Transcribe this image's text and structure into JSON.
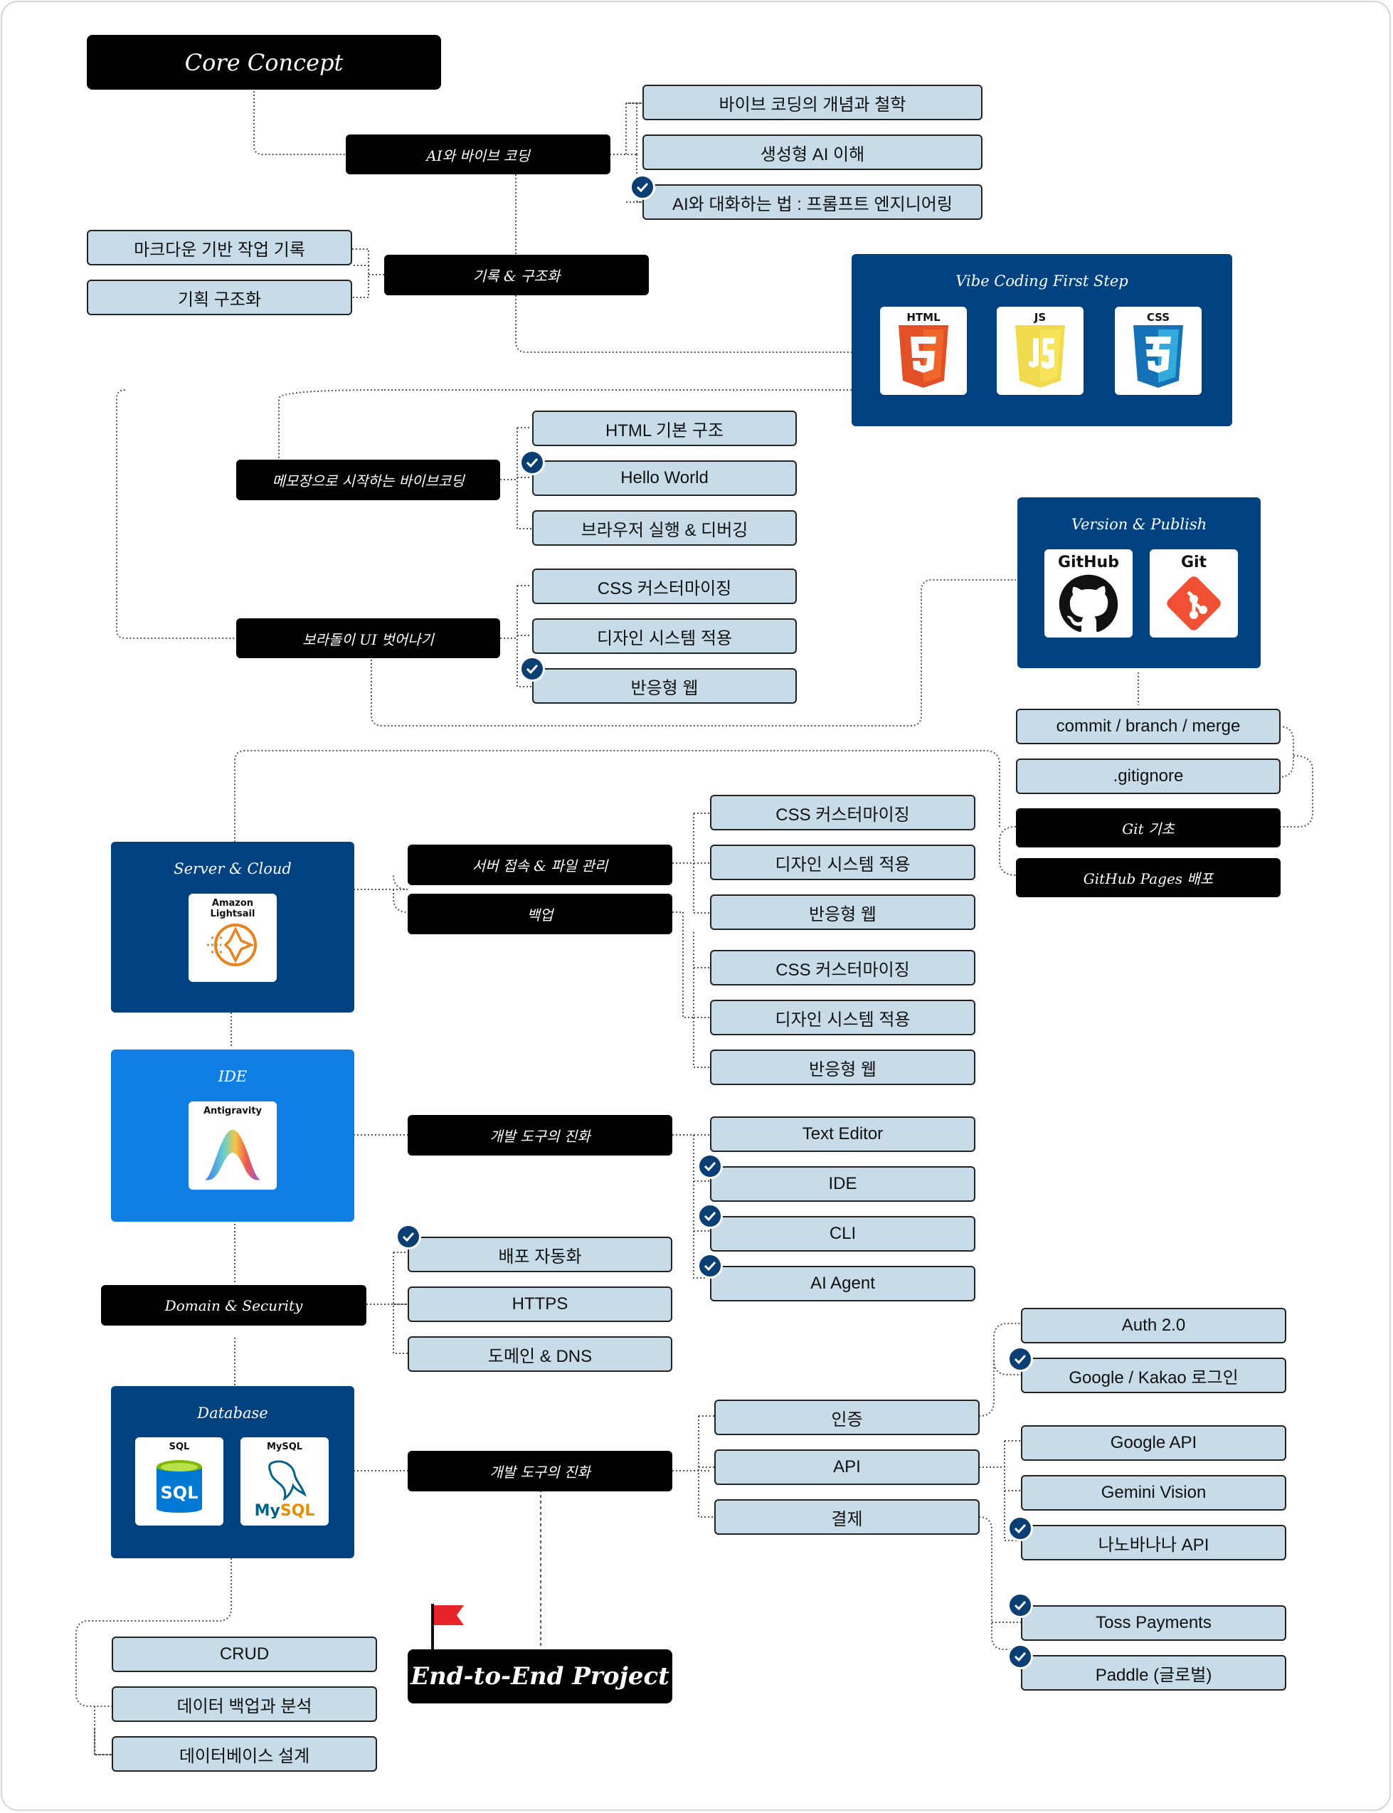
{
  "colors": {
    "navy_panel": "#00427f",
    "blue_panel": "#0f7fe6",
    "leaf_fill": "#c7dbe8",
    "flag": "#e8242b"
  },
  "core": {
    "title": "Core Concept"
  },
  "ai_vibe": {
    "label": "AI와 바이브 코딩",
    "items": [
      "바이브 코딩의 개념과 철학",
      "생성형 AI 이해",
      "AI와 대화하는 법 : 프롬프트 엔지니어링"
    ]
  },
  "record": {
    "label": "기록 & 구조화",
    "items": [
      "마크다운 기반 작업 기록",
      "기획 구조화"
    ]
  },
  "vibe_first": {
    "title": "Vibe Coding First Step",
    "icons": [
      "HTML",
      "JS",
      "CSS"
    ]
  },
  "memo": {
    "label": "메모장으로 시작하는 바이브코딩",
    "items": [
      "HTML 기본 구조",
      "Hello World",
      "브라우저 실행 & 디버깅"
    ]
  },
  "ui": {
    "label": "보라돌이 UI 벗어나기",
    "items": [
      "CSS 커스터마이징",
      "디자인 시스템 적용",
      "반응형 웹"
    ]
  },
  "version": {
    "title": "Version & Publish",
    "icons": [
      "GitHub",
      "Git"
    ]
  },
  "git": {
    "items": [
      "commit / branch / merge",
      ".gitignore"
    ],
    "basics": "Git 기초",
    "pages": "GitHub Pages 배포"
  },
  "server": {
    "title": "Server & Cloud",
    "icon": "Amazon Lightsail"
  },
  "server_access": {
    "label": "서버 접속 & 파일 관리",
    "items": [
      "CSS 커스터마이징",
      "디자인 시스템 적용",
      "반응형 웹"
    ]
  },
  "backup": {
    "label": "백업",
    "items": [
      "CSS 커스터마이징",
      "디자인 시스템 적용",
      "반응형 웹"
    ]
  },
  "ide": {
    "title": "IDE",
    "icon": "Antigravity"
  },
  "devtools": {
    "label": "개발 도구의 진화",
    "items": [
      "Text Editor",
      "IDE",
      "CLI",
      "AI Agent"
    ]
  },
  "domain": {
    "label": "Domain & Security",
    "items": [
      "배포 자동화",
      "HTTPS",
      "도메인 & DNS"
    ]
  },
  "database": {
    "title": "Database",
    "icons": [
      "SQL",
      "MySQL"
    ]
  },
  "devtools2": {
    "label": "개발 도구의 진화",
    "items": [
      "인증",
      "API",
      "결제"
    ]
  },
  "auth": {
    "items": [
      "Auth 2.0",
      "Google / Kakao 로그인"
    ]
  },
  "api": {
    "items": [
      "Google API",
      "Gemini Vision",
      "나노바나나 API"
    ]
  },
  "payment": {
    "items": [
      "Toss Payments",
      "Paddle (글로벌)"
    ]
  },
  "db_items": [
    "CRUD",
    "데이터 백업과 분석",
    "데이터베이스 설계"
  ],
  "final": {
    "label": "End-to-End Project"
  }
}
